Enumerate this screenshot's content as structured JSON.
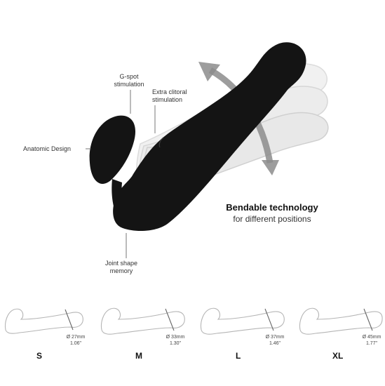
{
  "annotations": {
    "gspot": [
      "G-spot",
      "stimulation"
    ],
    "clitoral": [
      "Extra clitoral",
      "stimulation"
    ],
    "anatomic": "Anatomic Design",
    "joint": [
      "Joint shape",
      "memory"
    ]
  },
  "headline": {
    "title": "Bendable technology",
    "subtitle": "for different positions"
  },
  "sizes": [
    {
      "letter": "S",
      "diameter_mm": "Ø 27mm",
      "diameter_in": "1.06\""
    },
    {
      "letter": "M",
      "diameter_mm": "Ø 33mm",
      "diameter_in": "1.30\""
    },
    {
      "letter": "L",
      "diameter_mm": "Ø 37mm",
      "diameter_in": "1.46\""
    },
    {
      "letter": "XL",
      "diameter_mm": "Ø 45mm",
      "diameter_in": "1.77\""
    }
  ],
  "colors": {
    "product": "#141414",
    "ghost": "#ececec",
    "arrow": "#8c8c8c",
    "leader": "#555555"
  }
}
